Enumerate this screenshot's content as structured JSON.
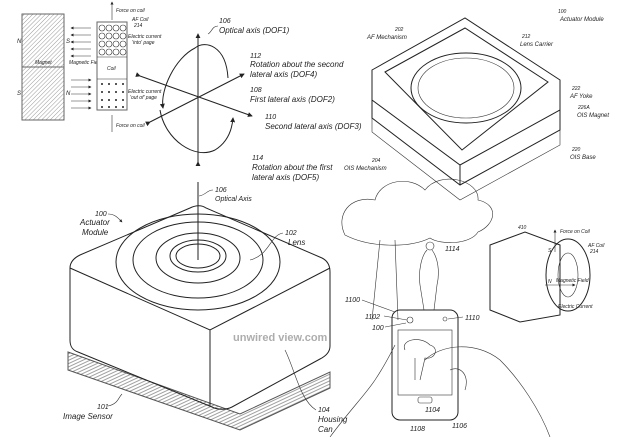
{
  "magnet_diagram": {
    "pole_n_left": "N",
    "pole_s_left": "S",
    "pole_s_right": "S",
    "pole_n_right": "N",
    "magnet": "Magnet",
    "magnetic_field": "Magnetic Field",
    "coil": "Coil",
    "force_top": "Force on coil",
    "force_bottom": "Force on coil",
    "af_coil": "AF Coil",
    "af_coil_num": "214",
    "current_in": "Electric current",
    "current_in_2": "'into' page",
    "current_out": "Electric current",
    "current_out_2": "'out of' page"
  },
  "axes_diagram": {
    "optical_num": "106",
    "optical": "Optical axis (DOF1)",
    "rot2_num": "112",
    "rot2_a": "Rotation about the second",
    "rot2_b": "lateral axis (DOF4)",
    "lat1_num": "108",
    "lat1": "First lateral axis (DOF2)",
    "lat2_num": "110",
    "lat2": "Second lateral axis (DOF3)",
    "rot1_num": "114",
    "rot1_a": "Rotation about the first",
    "rot1_b": "lateral axis (DOF5)"
  },
  "module_view": {
    "optical_num": "106",
    "optical": "Optical Axis",
    "module_num": "100",
    "module_a": "Actuator",
    "module_b": "Module",
    "lens_num": "102",
    "lens": "Lens",
    "sensor_num": "101",
    "sensor": "Image Sensor",
    "housing_num": "104",
    "housing_a": "Housing",
    "housing_b": "Can",
    "watermark": "unwired view.com"
  },
  "actuator_view": {
    "module_num": "100",
    "module": "Actuator Module",
    "af_mech_num": "202",
    "af_mech": "AF Mechanism",
    "carrier_num": "212",
    "carrier": "Lens Carrier",
    "yoke_num": "222",
    "yoke": "AF Yoke",
    "magnet_num": "226A",
    "magnet": "OIS Magnet",
    "base_num": "220",
    "base": "OIS Base",
    "ois_mech_num": "204",
    "ois_mech": "OIS Mechanism"
  },
  "phone_scene": {
    "l1114": "1114",
    "l1100": "1100",
    "l1102": "1102",
    "l100": "100",
    "l1110": "1110",
    "l1104": "1104",
    "l1108": "1108",
    "l1106": "1106"
  },
  "coil_inset": {
    "num": "410",
    "force": "Force on Coil",
    "af_coil": "AF Coil",
    "af_coil_num": "214",
    "field": "Magnetic Field",
    "current": "Electric Current",
    "n": "N",
    "s": "S"
  }
}
